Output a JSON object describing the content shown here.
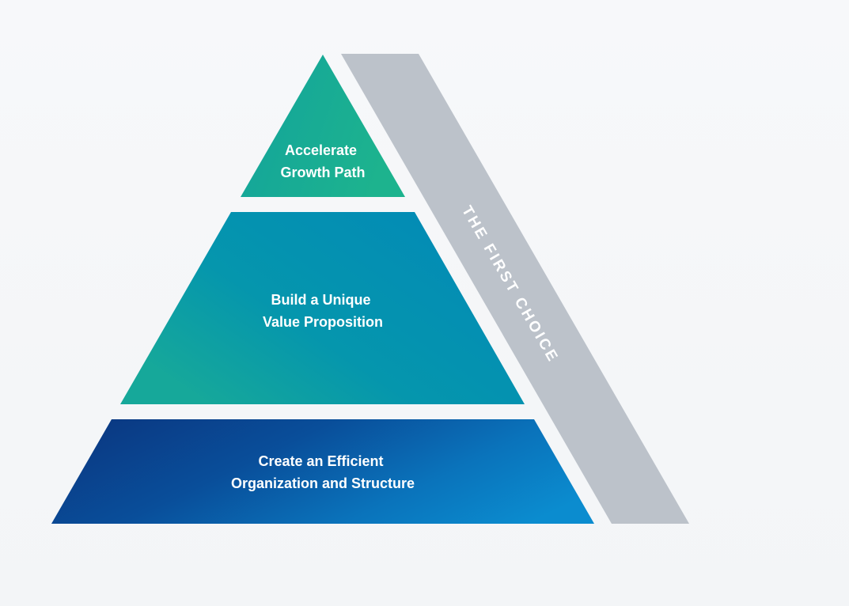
{
  "pyramid": {
    "tiers": [
      {
        "level": "top",
        "lines": [
          "Accelerate",
          "Growth Path"
        ],
        "gradient": [
          "#12a39c",
          "#1db38e"
        ]
      },
      {
        "level": "middle",
        "lines": [
          "Build a Unique",
          "Value Proposition"
        ],
        "gradient": [
          "#12a69c",
          "#0288b8"
        ]
      },
      {
        "level": "bottom",
        "lines": [
          "Create an Efficient",
          "Organization and Structure"
        ],
        "gradient": [
          "#0a3f8a",
          "#0b8ccd"
        ]
      }
    ],
    "side_band": {
      "label": "THE FIRST CHOICE",
      "color": "#bcc2ca"
    }
  }
}
